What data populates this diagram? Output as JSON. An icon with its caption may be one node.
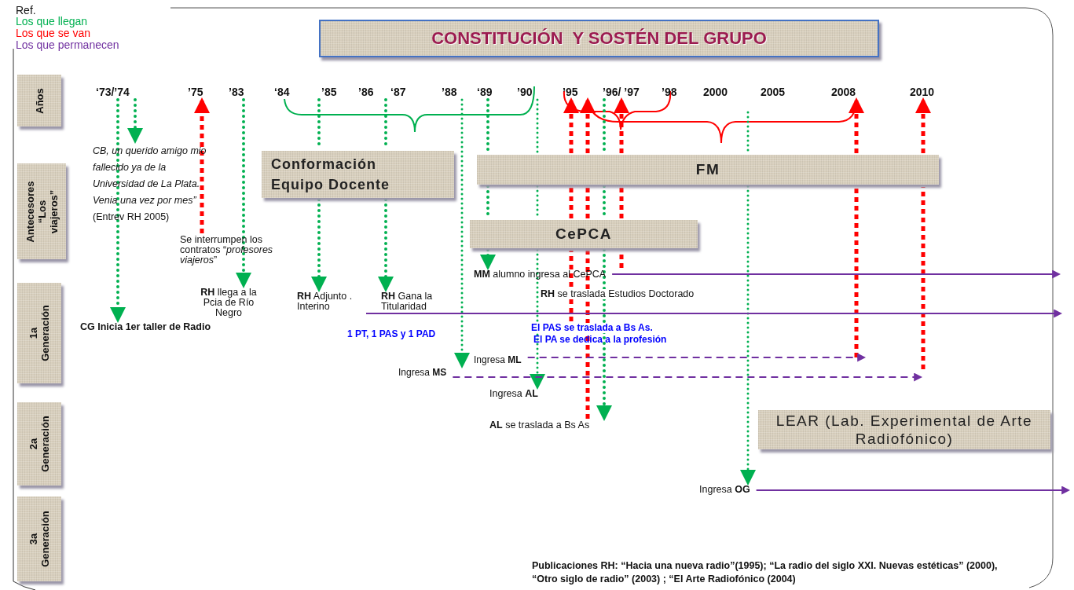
{
  "diagram": {
    "title": "CONSTITUCIÓN  Y SOSTÉN DEL GRUPO",
    "nodes": [
      {
        "text": [
          "Años"
        ]
      },
      {
        "text": [
          "Antecesores “Los viajeros”"
        ]
      },
      {
        "text": [
          "1a Generación"
        ]
      },
      {
        "text": [
          "2a Generación"
        ]
      },
      {
        "text": [
          "3a Generación"
        ]
      },
      {
        "text": [
          "‘73/’74"
        ]
      },
      {
        "text": [
          "’75"
        ]
      },
      {
        "text": [
          "’83"
        ]
      },
      {
        "text": [
          "’85"
        ]
      },
      {
        "text": [
          "‘87"
        ]
      },
      {
        "text": [
          "’88"
        ]
      },
      {
        "text": [
          "‘89"
        ]
      },
      {
        "text": [
          "’90"
        ]
      },
      {
        "text": [
          "’95"
        ]
      },
      {
        "text": [
          "’96/ ’97"
        ]
      },
      {
        "text": [
          "2008"
        ]
      },
      {
        "text": [
          "2010"
        ]
      },
      {
        "text": [
          "*CB, un querido amigo mio fallecido ya de la Universidad de La Plata. Venia una vez por mes”* (Entrev  RH 2005)"
        ]
      },
      {
        "text": [
          "Conformación Equipo Docente"
        ]
      },
      {
        "text": [
          "FM"
        ]
      },
      {
        "text": [
          "Se interrumpen los contratos “*profesores viajeros*”"
        ]
      },
      {
        "text": [
          "CePCA"
        ]
      },
      {
        "text": [
          "**MM** alumno ingresa al CePCA"
        ]
      },
      {
        "text": [
          "**RH** llega a la Pcia de Río Negro"
        ]
      },
      {
        "text": [
          "**RH** Adjunto . Interino"
        ]
      },
      {
        "text": [
          "**RH** Gana la Titularidad"
        ]
      },
      {
        "text": [
          "**RH** se traslada Estudios Doctorado"
        ]
      },
      {
        "text": [
          "CG Inicia 1er taller de Radio"
        ]
      },
      {
        "text": [
          "El PAS se traslada a Bs As."
        ]
      },
      {
        "text": [
          "Ingresa **ML**"
        ]
      },
      {
        "text": [
          "Ingresa **MS**"
        ]
      },
      {
        "text": [
          "Ingresa **AL**"
        ]
      },
      {
        "text": [
          "LEAR (Lab. Experimental de Arte Radiofónico)"
        ]
      },
      {
        "text": [
          "**AL** se traslada a Bs As"
        ]
      },
      {
        "text": [
          "Ingresa **OG**"
        ]
      }
    ],
    "edges": [
      {
        "from": 5,
        "to": 27,
        "arrow": "to",
        "style": "dashed"
      },
      {
        "from": 5,
        "to": 17,
        "arrow": "to",
        "style": "dashed"
      },
      {
        "from": 20,
        "to": 6,
        "arrow": "to",
        "style": "dashed",
        "color": "#ff0000"
      },
      {
        "from": 7,
        "to": 23,
        "arrow": "to",
        "style": "dashed"
      },
      {
        "from": 8,
        "to": 18,
        "arrow": "none",
        "style": "dashed"
      },
      {
        "from": 18,
        "to": 24,
        "arrow": "to",
        "style": "dashed"
      },
      {
        "from": 9,
        "to": 18,
        "arrow": "none",
        "style": "dashed"
      },
      {
        "from": 18,
        "to": 25,
        "arrow": "to",
        "style": "dashed"
      },
      {
        "from": 10,
        "to": 30,
        "arrow": "to",
        "style": "dashed"
      },
      {
        "from": 11,
        "to": 19,
        "arrow": "none",
        "style": "dashed"
      },
      {
        "from": 19,
        "to": 21,
        "arrow": "none",
        "style": "dashed"
      },
      {
        "from": 21,
        "to": 22,
        "arrow": "to",
        "style": "dashed"
      },
      {
        "from": 12,
        "to": 19,
        "arrow": "none",
        "style": "dashed"
      },
      {
        "from": 19,
        "to": 21,
        "arrow": "none",
        "style": "dashed"
      },
      {
        "from": 21,
        "to": 31,
        "arrow": "to",
        "style": "dashed"
      },
      {
        "from": 28,
        "to": 21,
        "arrow": "none",
        "style": "dashed",
        "color": "#ff0000"
      },
      {
        "from": 21,
        "to": 19,
        "arrow": "none",
        "style": "dashed",
        "color": "#ff0000"
      },
      {
        "from": 19,
        "to": 13,
        "arrow": "to",
        "style": "dashed",
        "color": "#ff0000"
      },
      {
        "from": 33,
        "to": 21,
        "arrow": "none",
        "style": "dashed",
        "color": "#ff0000"
      },
      {
        "from": 21,
        "to": 19,
        "arrow": "none",
        "style": "dashed",
        "color": "#ff0000"
      },
      {
        "from": 19,
        "to": 13,
        "arrow": "to",
        "style": "dashed",
        "color": "#ff0000"
      },
      {
        "from": 14,
        "to": 19,
        "arrow": "none",
        "style": "dashed"
      },
      {
        "from": 19,
        "to": 21,
        "arrow": "none",
        "style": "dashed"
      },
      {
        "from": 21,
        "to": 33,
        "arrow": "to",
        "style": "dashed"
      },
      {
        "from": 22,
        "to": 21,
        "arrow": "none",
        "style": "dashed",
        "color": "#ff0000"
      },
      {
        "from": 21,
        "to": 19,
        "arrow": "none",
        "style": "dashed",
        "color": "#ff0000"
      },
      {
        "from": 19,
        "to": 14,
        "arrow": "to",
        "style": "dashed",
        "color": "#ff0000"
      },
      {
        "from": null,
        "to": 19,
        "arrow": "none",
        "style": "dashed"
      },
      {
        "from": 19,
        "to": 34,
        "arrow": "to",
        "style": "dashed"
      },
      {
        "from": null,
        "to": 19,
        "arrow": "none",
        "style": "dashed",
        "color": "#ff0000"
      },
      {
        "from": 19,
        "to": 15,
        "arrow": "to",
        "style": "dashed",
        "color": "#ff0000"
      },
      {
        "from": null,
        "to": 19,
        "arrow": "none",
        "style": "dashed",
        "color": "#ff0000"
      },
      {
        "from": 19,
        "to": 16,
        "arrow": "to",
        "style": "dashed",
        "color": "#ff0000"
      },
      {
        "from": 22,
        "to": null,
        "arrow": "to",
        "color": "#7030a0"
      },
      {
        "from": 24,
        "to": null,
        "arrow": "to",
        "color": "#7030a0"
      },
      {
        "from": 29,
        "to": null,
        "arrow": "to",
        "style": "dashed",
        "color": "#7030a0"
      },
      {
        "from": 30,
        "to": null,
        "arrow": "to",
        "style": "dashed",
        "color": "#7030a0"
      },
      {
        "from": 34,
        "to": null,
        "arrow": "to",
        "color": "#7030a0"
      }
    ],
    "labels": [
      "Ref.",
      "‘84",
      "’86",
      "’98",
      "2000",
      "2005",
      "1 PT, 1 PAS y 1 PAD",
      "El PA se dedica a la profesión",
      "Publicaciones RH: “Hacia una nueva radio”(1995); “La radio del siglo XXI. Nuevas estéticas” (2000), “Otro siglo de radio” (2003) ; “El Arte Radiofónico (2004)"
    ],
    "legend": [
      {
        "text": "Los que llegan",
        "color": "#00b050"
      },
      {
        "text": "Los que se van",
        "color": "#ff0000"
      },
      {
        "text": "Los que permanecen",
        "color": "#7030a0"
      }
    ]
  }
}
